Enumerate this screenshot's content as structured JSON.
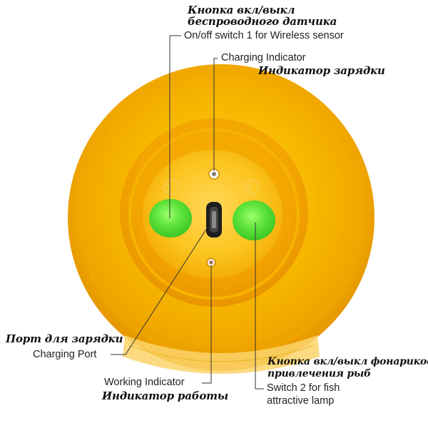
{
  "labels": {
    "sensor_switch_ru_line1": "Кнопка вкл/выкл",
    "sensor_switch_ru_line2": "беспроводного датчика",
    "sensor_switch_en": "On/off switch 1 for Wireless sensor",
    "charging_indicator_en": "Charging Indicator",
    "charging_indicator_ru": "Индикатор зарядки",
    "charging_port_ru": "Порт для зарядки",
    "charging_port_en": "Charging Port",
    "working_indicator_en": "Working Indicator",
    "working_indicator_ru": "Индикатор работы",
    "lamp_switch_ru_line1": "Кнопка вкл/выкл фонариков",
    "lamp_switch_ru_line2": "привлечения рыб",
    "lamp_switch_en_line1": "Switch 2 for fish",
    "lamp_switch_en_line2": "attractive lamp"
  },
  "device": {
    "body_color": "#f5b400",
    "switch_color": "#59e83a",
    "port_color": "#222222",
    "switch_1_marking": "1",
    "switch_2_marking": "2"
  }
}
